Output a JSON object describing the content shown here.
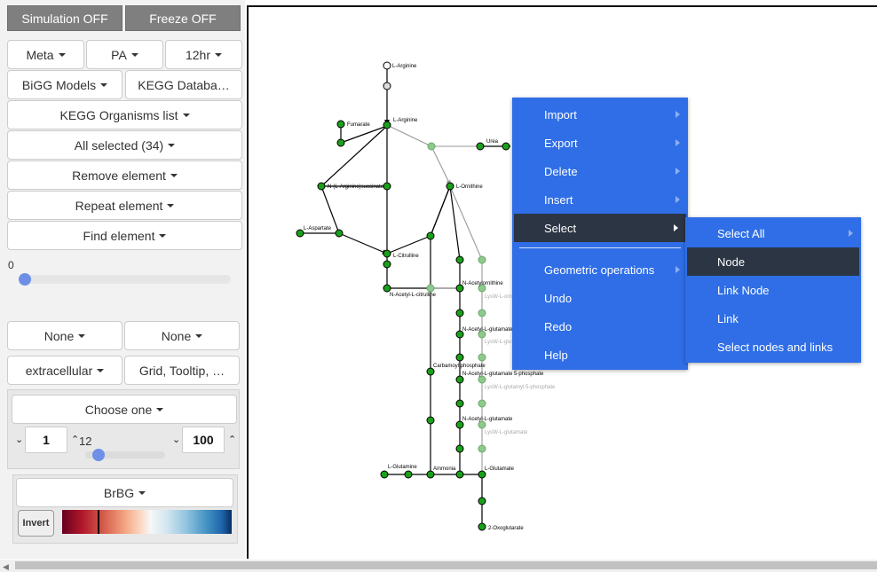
{
  "sidebar": {
    "simulation_btn": "Simulation OFF",
    "freeze_btn": "Freeze OFF",
    "meta_dd": "Meta",
    "pa_dd": "PA",
    "time_dd": "12hr",
    "bigg_dd": "BiGG Models",
    "kegg_db_btn": "KEGG Databa…",
    "kegg_org_dd": "KEGG Organisms list",
    "all_selected_dd": "All selected (34)",
    "remove_dd": "Remove element",
    "repeat_dd": "Repeat element",
    "find_dd": "Find element",
    "slider_value": "0",
    "slider_fraction": 0,
    "none_left_dd": "None",
    "none_right_dd": "None",
    "compartment_dd": "extracellular",
    "grid_btn": "Grid, Tooltip, …",
    "choose_dd": "Choose one",
    "num_min": "1",
    "num_mid": "12",
    "num_max": "100",
    "num_slider_fraction": 0.11,
    "palette_dd": "BrBG",
    "invert_btn": "Invert"
  },
  "context_menu": {
    "items": [
      "Import",
      "Export",
      "Delete",
      "Insert",
      "Select",
      "Geometric operations",
      "Undo",
      "Redo",
      "Help"
    ],
    "submenu_items": [
      "Select All",
      "Node",
      "Link Node",
      "Link",
      "Select nodes and links"
    ]
  },
  "network": {
    "labels": {
      "arg_top": "L-Arginine",
      "arg": "L-Arginine",
      "fumarate": "Fumarate",
      "urea": "Urea",
      "argsucc": "N-(L-Arginino)succinate",
      "ornithine": "L-Ornithine",
      "aspartate": "L-Aspartate",
      "citrulline": "L-Citrulline",
      "acornithine": "N-Acetylornithine",
      "lysw_orn": "LysW-L-orn",
      "accitrulline": "N-Acetyl-L-citrulline",
      "acglusa": "N-Acetyl-L-glutamate",
      "lysw_glu": "LysW-L-glu",
      "carbp": "Carbamoyl phosphate",
      "acglup": "N-Acetyl-L-glutamate 5-phosphate",
      "lysw_glup": "LysW-L-glutamyl 5-phosphate",
      "acglu": "N-Acetyl-L-glutamate",
      "lysw_glu2": "LysW-L-glutamate",
      "glutamine": "L-Glutamine",
      "ammonia": "Ammonia",
      "glutamate": "L-Glutamate",
      "oxoglut": "2-Oxoglutarate"
    }
  },
  "colors": {
    "node_green": "#1aa01a",
    "node_faded": "#8ec98e",
    "menu_blue": "#2f6ee6",
    "menu_active": "#2b3544",
    "sidebar_dark_btn": "#7f7f7f"
  }
}
